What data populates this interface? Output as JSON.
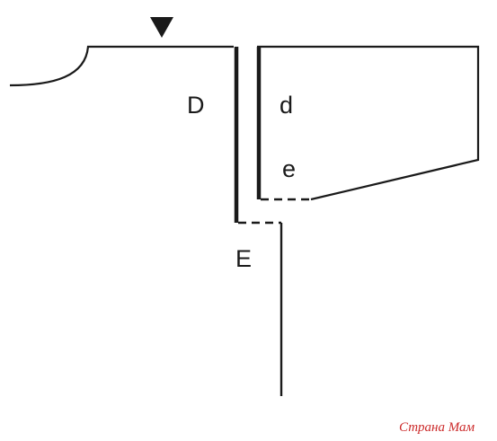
{
  "diagram": {
    "labels": {
      "D": "D",
      "d": "d",
      "e": "e",
      "E": "E"
    },
    "marker": {
      "icon": "down-triangle-icon"
    },
    "colors": {
      "line": "#1a1a1a",
      "watermark": "#cc2a2a"
    }
  },
  "watermark": {
    "text": "Страна Мам"
  }
}
